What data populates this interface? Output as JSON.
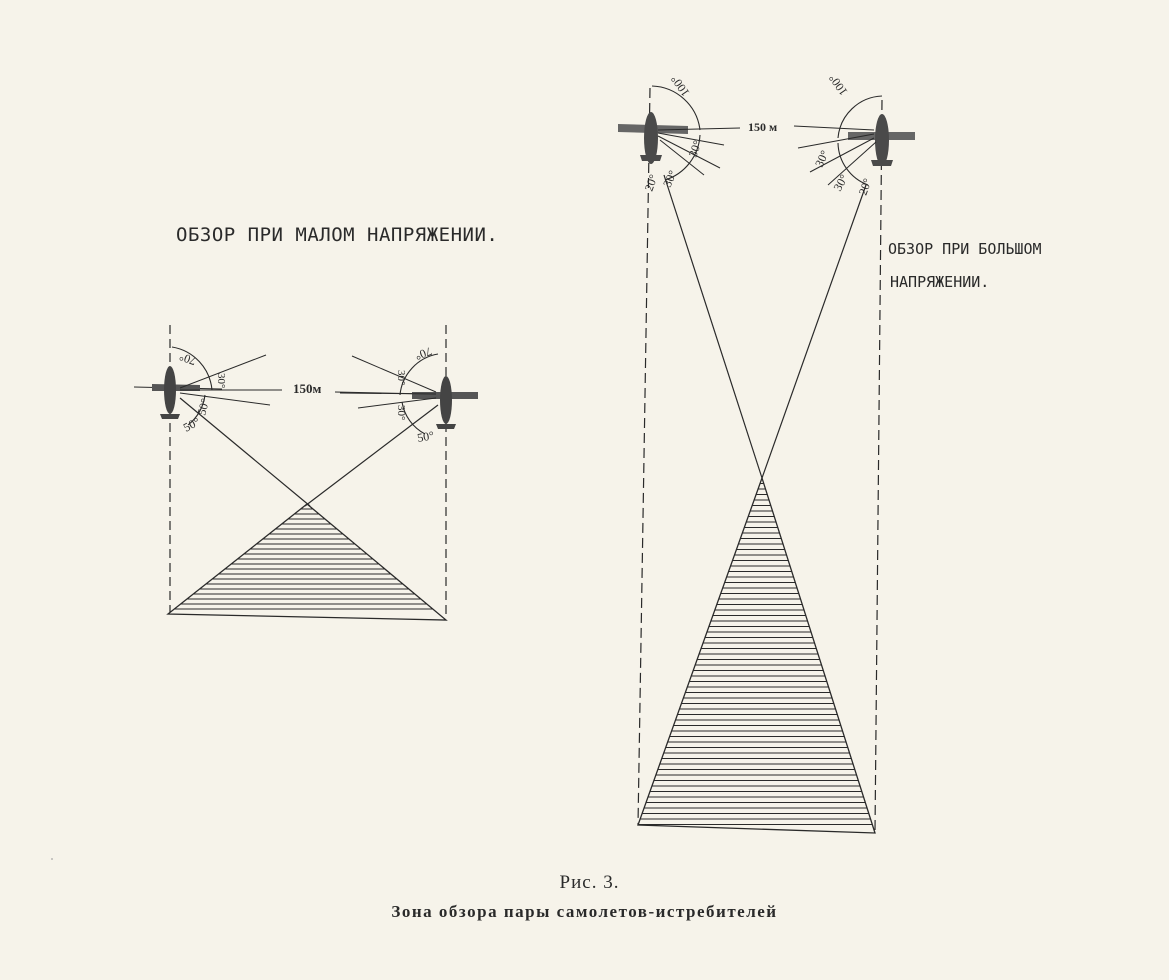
{
  "figure": {
    "number_label": "Рис. 3.",
    "title": "Зона обзора пары самолетов-истребителей"
  },
  "left_diagram": {
    "heading": "ОБЗОР ПРИ МАЛОМ НАПРЯЖЕНИИ.",
    "distance_label": "150м",
    "left_plane_angles": [
      "70°",
      "30°",
      "50°",
      "50°"
    ],
    "right_plane_angles": [
      "70°",
      "30°",
      "30°",
      "50°"
    ]
  },
  "right_diagram": {
    "heading_line1": "ОБЗОР ПРИ БОЛЬШОМ",
    "heading_line2": "НАПРЯЖЕНИИ.",
    "distance_label": "150 м",
    "left_plane_angles": [
      "100°",
      "30°",
      "30°",
      "20°"
    ],
    "right_plane_angles": [
      "100°",
      "30°",
      "30°",
      "20°"
    ]
  },
  "colors": {
    "ink": "#2a2a2a",
    "paper": "#f6f3ea"
  }
}
